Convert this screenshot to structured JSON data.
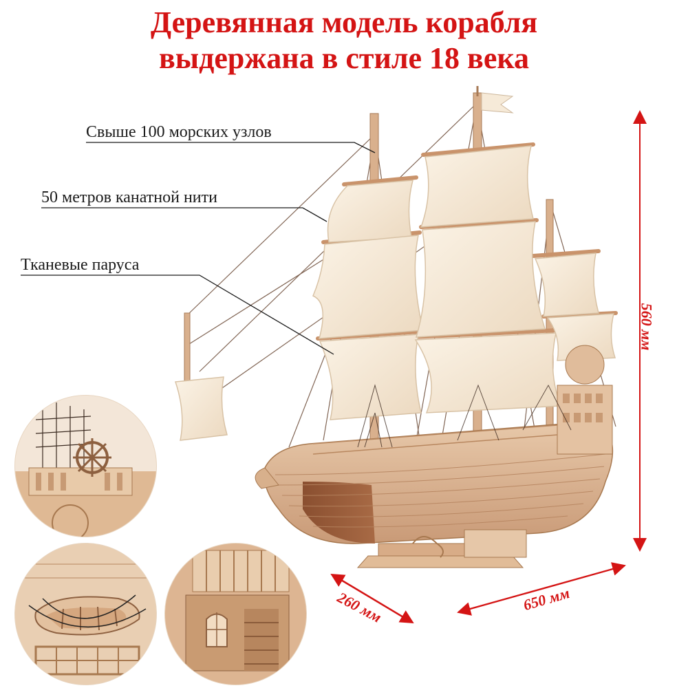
{
  "title": {
    "line1": "Деревянная модель корабля",
    "line2": "выдержана в стиле 18 века"
  },
  "callouts": [
    {
      "text": "Свыше 100 морских узлов"
    },
    {
      "text": "50 метров канатной нити"
    },
    {
      "text": "Тканевые паруса"
    }
  ],
  "dimensions": {
    "height": "560 мм",
    "length": "650 мм",
    "width": "260 мм"
  },
  "colors": {
    "title": "#d41414",
    "dimension": "#d41414",
    "wood": "#e2bfa0",
    "sail": "#f6ead8"
  }
}
